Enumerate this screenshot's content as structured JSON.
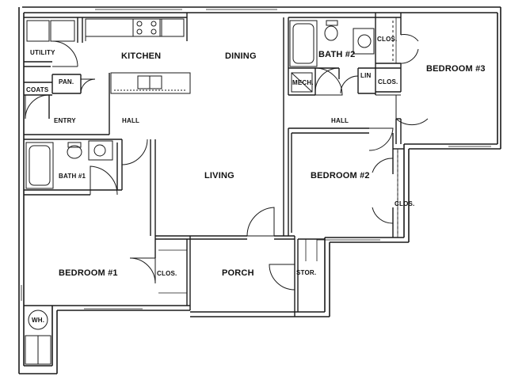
{
  "labels": {
    "utility": "UTILITY",
    "kitchen": "KITCHEN",
    "dining": "DINING",
    "bath2": "BATH #2",
    "clos_bath2": "CLOS.",
    "bedroom3": "BEDROOM #3",
    "pan": "PAN.",
    "coats": "COATS",
    "mech": "MECH.",
    "lin": "LIN",
    "clos_lin": "CLOS.",
    "entry": "ENTRY",
    "hall_left": "HALL",
    "hall_right": "HALL",
    "bath1": "BATH #1",
    "living": "LIVING",
    "bedroom2": "BEDROOM #2",
    "clos_bed2": "CLOS.",
    "bedroom1": "BEDROOM #1",
    "clos_bed1": "CLOS.",
    "porch": "PORCH",
    "stor": "STOR.",
    "wh": "WH."
  },
  "colors": {
    "wall": "#1a1a1a",
    "line": "#333333",
    "background": "#ffffff"
  }
}
